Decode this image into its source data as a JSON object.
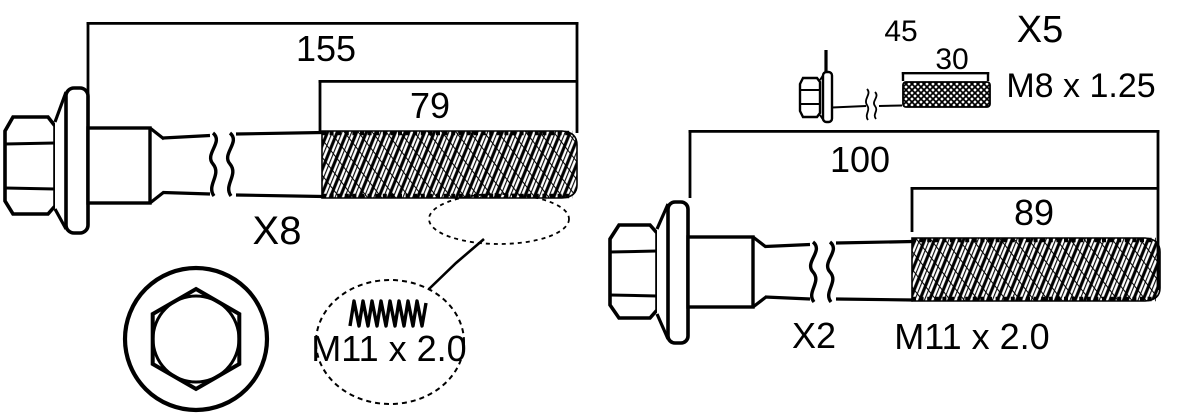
{
  "colors": {
    "ink": "#000000",
    "background": "#ffffff"
  },
  "bolts": {
    "main": {
      "qty": "X8",
      "overall_length": "155",
      "thread_length": "79",
      "thread_spec": "M11 x 2.0"
    },
    "short": {
      "qty": "X5",
      "overall_length": "45",
      "thread_length": "30",
      "thread_spec": "M8 x 1.25"
    },
    "secondary": {
      "qty": "X2",
      "overall_length": "100",
      "thread_length": "89",
      "thread_spec": "M11 x 2.0"
    }
  }
}
